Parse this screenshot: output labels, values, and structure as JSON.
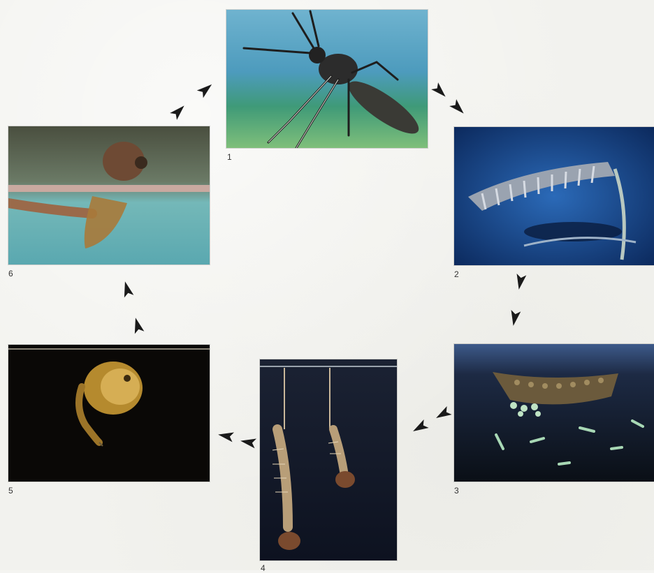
{
  "stages": [
    {
      "number": "1",
      "subject": "adult-mosquito"
    },
    {
      "number": "2",
      "subject": "egg-raft"
    },
    {
      "number": "3",
      "subject": "hatching-larvae"
    },
    {
      "number": "4",
      "subject": "larvae"
    },
    {
      "number": "5",
      "subject": "pupa"
    },
    {
      "number": "6",
      "subject": "emerging-adult"
    }
  ],
  "colors": {
    "arrow": "#1a1a1a",
    "label": "#333333",
    "background": "#f2f2ee"
  }
}
